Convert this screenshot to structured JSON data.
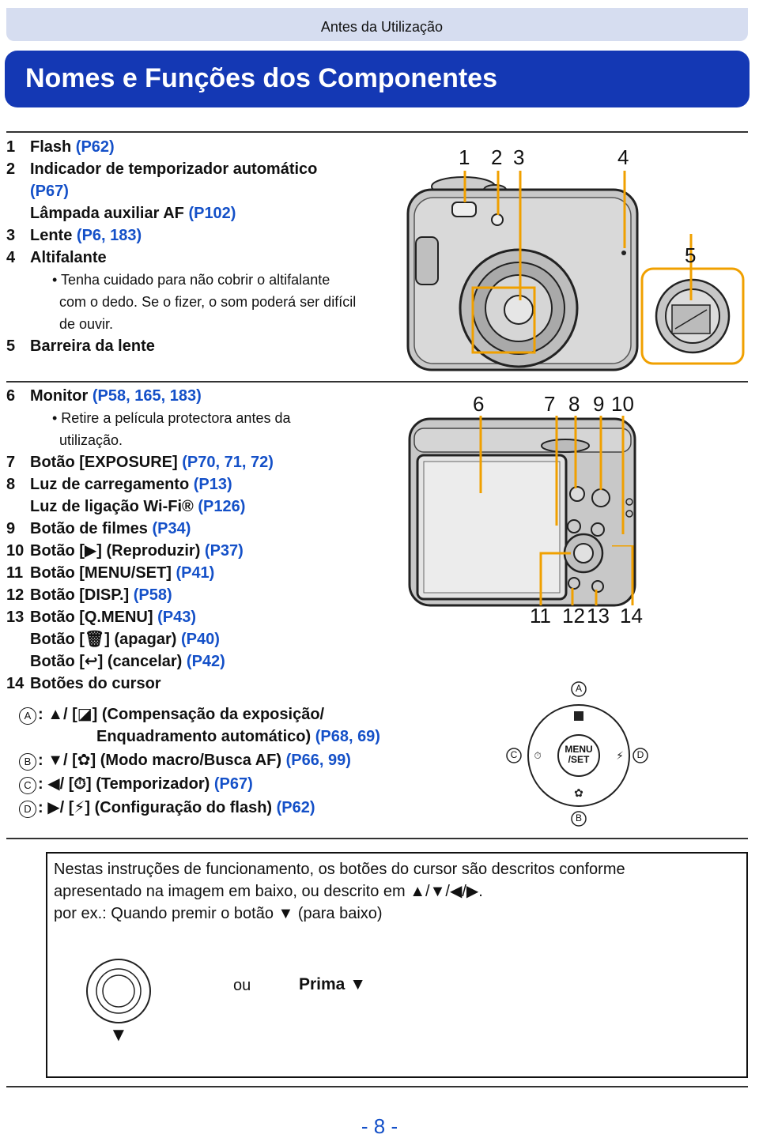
{
  "header": {
    "section": "Antes da Utilização",
    "title": "Nomes e Funções dos Componentes"
  },
  "block1": {
    "items": [
      {
        "num": "1",
        "label": "Flash ",
        "ref": "(P62)"
      },
      {
        "num": "2",
        "label": "Indicador de temporizador automático",
        "ref": ""
      },
      {
        "num": "",
        "label": "",
        "ref": "(P67)"
      },
      {
        "num": "",
        "label": "Lâmpada auxiliar AF ",
        "ref": "(P102)"
      },
      {
        "num": "3",
        "label": "Lente ",
        "ref": "(P6, 183)"
      },
      {
        "num": "4",
        "label": "Altifalante",
        "ref": ""
      }
    ],
    "bullets": [
      "• Tenha cuidado para não cobrir o altifalante",
      "com o dedo. Se o fizer, o som poderá ser difícil",
      "de ouvir."
    ],
    "item5": {
      "num": "5",
      "label": "Barreira da lente"
    },
    "callouts": [
      "1",
      "2",
      "3",
      "4",
      "5"
    ]
  },
  "block2": {
    "item6": {
      "num": "6",
      "label": "Monitor ",
      "ref": "(P58, 165, 183)"
    },
    "bullets": [
      "• Retire a película protectora antes da",
      "utilização."
    ],
    "items": [
      {
        "num": "7",
        "label": "Botão [EXPOSURE] ",
        "ref": "(P70, 71, 72)"
      },
      {
        "num": "8",
        "label": "Luz de carregamento ",
        "ref": "(P13)"
      },
      {
        "num": "",
        "label": "Luz de ligação Wi-Fi® ",
        "ref": "(P126)"
      },
      {
        "num": "9",
        "label": "Botão de filmes ",
        "ref": "(P34)"
      },
      {
        "num": "10",
        "label": "Botão [▶] (Reproduzir) ",
        "ref": "(P37)"
      },
      {
        "num": "11",
        "label": "Botão [MENU/SET] ",
        "ref": "(P41)"
      },
      {
        "num": "12",
        "label": "Botão [DISP.] ",
        "ref": "(P58)"
      },
      {
        "num": "13",
        "label": "Botão [Q.MENU] ",
        "ref": "(P43)"
      },
      {
        "num": "",
        "label": "Botão [🗑] (apagar) ",
        "ref": "(P40)"
      },
      {
        "num": "",
        "label": "Botão [↩] (cancelar) ",
        "ref": "(P42)"
      },
      {
        "num": "14",
        "label": "Botões do cursor",
        "ref": ""
      }
    ],
    "callouts_top": [
      "6",
      "7",
      "8",
      "9",
      "10"
    ],
    "callouts_bottom": [
      "11",
      "12",
      "13",
      "14"
    ]
  },
  "cursor": {
    "lines": [
      {
        "letter": "A",
        "text": ": ▲/ [◪] (Compensação da exposição/",
        "ref": ""
      },
      {
        "letter": "",
        "text": "Enquadramento automático) ",
        "ref": "(P68, 69)"
      },
      {
        "letter": "B",
        "text": ": ▼/ [✿] (Modo macro/Busca AF) ",
        "ref": "(P66, 99)"
      },
      {
        "letter": "C",
        "text": ": ◀/ [⏱] (Temporizador) ",
        "ref": "(P67)"
      },
      {
        "letter": "D",
        "text": ": ▶/ [⚡] (Configuração do flash) ",
        "ref": "(P62)"
      }
    ],
    "dial": {
      "center_top": "MENU",
      "center_bottom": "/SET",
      "labels": [
        "A",
        "B",
        "C",
        "D"
      ]
    }
  },
  "note": {
    "lines": [
      "Nestas instruções de funcionamento, os botões do cursor são descritos conforme",
      "apresentado na imagem em baixo, ou descrito em ▲/▼/◀/▶.",
      "por ex.: Quando premir o botão ▼ (para baixo)"
    ],
    "ou": "ou",
    "prima": "Prima ▼",
    "arrow": "▼"
  },
  "footer": {
    "page": "- 8 -"
  }
}
